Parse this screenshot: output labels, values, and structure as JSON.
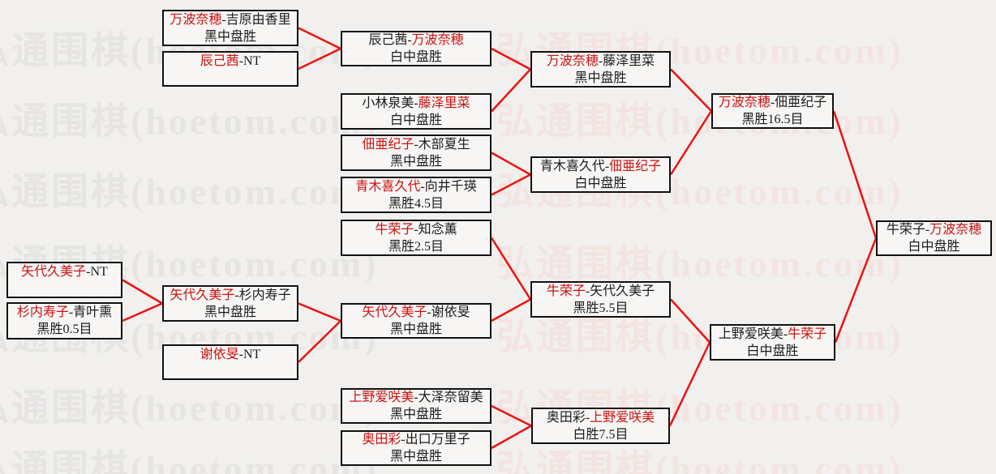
{
  "colors": {
    "background": "#f1f0ee",
    "box_background": "#f7f6f4",
    "box_border": "#111111",
    "text": "#1c1c1c",
    "winner_red": "#cc1111",
    "line_red": "#ee1111",
    "watermark_gray": "#e7e5e3",
    "watermark_pink": "#f2e4e1"
  },
  "separator": "-",
  "watermark": {
    "text": "弘通围棋(hoetom.com)"
  },
  "bracket": {
    "matches": [
      {
        "id": "A1",
        "p1": "万波奈穂",
        "p2": "吉原由香里",
        "winner": "p1",
        "result": "黑中盘胜"
      },
      {
        "id": "A2",
        "p1": "辰己茜",
        "p2": "NT",
        "winner": "p1",
        "result": ""
      },
      {
        "id": "B1",
        "p1": "矢代久美子",
        "p2": "NT",
        "winner": "p1",
        "result": ""
      },
      {
        "id": "B2",
        "p1": "杉内寿子",
        "p2": "青叶熏",
        "winner": "p1",
        "result": "黑胜0.5目"
      },
      {
        "id": "A3",
        "p1": "矢代久美子",
        "p2": "杉内寿子",
        "winner": "p1",
        "result": "黑中盘胜"
      },
      {
        "id": "A4",
        "p1": "谢依旻",
        "p2": "NT",
        "winner": "p1",
        "result": ""
      },
      {
        "id": "C1",
        "p1": "辰己茜",
        "p2": "万波奈穂",
        "winner": "p2",
        "result": "白中盘胜"
      },
      {
        "id": "C2",
        "p1": "小林泉美",
        "p2": "藤泽里菜",
        "winner": "p2",
        "result": "白中盘胜"
      },
      {
        "id": "C3",
        "p1": "佃亜纪子",
        "p2": "木部夏生",
        "winner": "p1",
        "result": "黑中盘胜"
      },
      {
        "id": "C4",
        "p1": "青木喜久代",
        "p2": "向井千瑛",
        "winner": "p1",
        "result": "黑胜4.5目"
      },
      {
        "id": "C5",
        "p1": "牛荣子",
        "p2": "知念薫",
        "winner": "p1",
        "result": "黑胜2.5目"
      },
      {
        "id": "C6",
        "p1": "矢代久美子",
        "p2": "谢依旻",
        "winner": "p1",
        "result": "黑中盘胜"
      },
      {
        "id": "C7",
        "p1": "上野爱咲美",
        "p2": "大泽奈留美",
        "winner": "p1",
        "result": "黑中盘胜"
      },
      {
        "id": "C8",
        "p1": "奥田彩",
        "p2": "出口万里子",
        "winner": "p1",
        "result": "黑中盘胜"
      },
      {
        "id": "D1",
        "p1": "万波奈穂",
        "p2": "藤泽里菜",
        "winner": "p1",
        "result": "黑中盘胜"
      },
      {
        "id": "D2",
        "p1": "青木喜久代",
        "p2": "佃亜纪子",
        "winner": "p2",
        "result": "白中盘胜"
      },
      {
        "id": "D3",
        "p1": "牛荣子",
        "p2": "矢代久美子",
        "winner": "p1",
        "result": "黑胜5.5目"
      },
      {
        "id": "D4",
        "p1": "奥田彩",
        "p2": "上野爱咲美",
        "winner": "p2",
        "result": "白胜7.5目"
      },
      {
        "id": "E1",
        "p1": "万波奈穂",
        "p2": "佃亜纪子",
        "winner": "p1",
        "result": "黑胜16.5目"
      },
      {
        "id": "E2",
        "p1": "上野爱咲美",
        "p2": "牛荣子",
        "winner": "p2",
        "result": "白中盘胜"
      },
      {
        "id": "F1",
        "p1": "牛荣子",
        "p2": "万波奈穂",
        "winner": "p2",
        "result": "白中盘胜"
      }
    ],
    "connections": [
      [
        "A1",
        "C1"
      ],
      [
        "A2",
        "C1"
      ],
      [
        "C1",
        "D1"
      ],
      [
        "C2",
        "D1"
      ],
      [
        "C3",
        "D2"
      ],
      [
        "C4",
        "D2"
      ],
      [
        "D1",
        "E1"
      ],
      [
        "D2",
        "E1"
      ],
      [
        "E1",
        "F1"
      ],
      [
        "B1",
        "A3"
      ],
      [
        "B2",
        "A3"
      ],
      [
        "A3",
        "C6"
      ],
      [
        "A4",
        "C6"
      ],
      [
        "C5",
        "D3"
      ],
      [
        "C6",
        "D3"
      ],
      [
        "C7",
        "D4"
      ],
      [
        "C8",
        "D4"
      ],
      [
        "D3",
        "E2"
      ],
      [
        "D4",
        "E2"
      ],
      [
        "E2",
        "F1"
      ]
    ]
  }
}
